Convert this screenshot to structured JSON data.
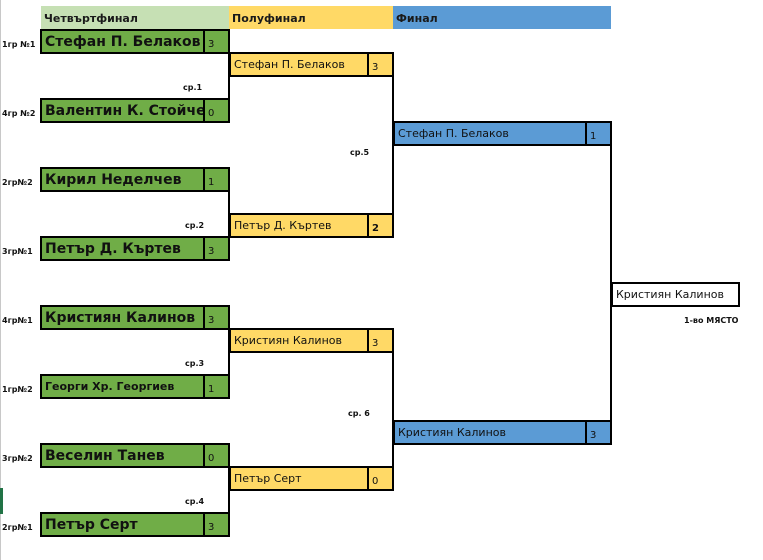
{
  "headers": {
    "quarterfinal": "Четвъртфинал",
    "semifinal": "Полуфинал",
    "final": "Финал"
  },
  "quarterfinals": [
    {
      "seed": "1гр №1",
      "name": "Стефан П. Белаков",
      "score": "3"
    },
    {
      "seed": "4гр №2",
      "name": "Валентин К. Стойчев",
      "score": "0"
    },
    {
      "seed": "2гр№2",
      "name": "Кирил Неделчев",
      "score": "1"
    },
    {
      "seed": "3гр№1",
      "name": "Петър Д. Къртев",
      "score": "3"
    },
    {
      "seed": "4гр№1",
      "name": "Кристиян Калинов",
      "score": "3"
    },
    {
      "seed": "1гр№2",
      "name": "Георги Хр. Георгиев",
      "score": "1"
    },
    {
      "seed": "3гр№2",
      "name": "Веселин Танев",
      "score": "0"
    },
    {
      "seed": "2гр№1",
      "name": "Петър Серт",
      "score": "3"
    }
  ],
  "semifinals": [
    {
      "name": "Стефан П. Белаков",
      "score": "3"
    },
    {
      "name": "Петър Д. Къртев",
      "score": "2"
    },
    {
      "name": "Кристиян Калинов",
      "score": "3"
    },
    {
      "name": "Петър Серт",
      "score": "0"
    }
  ],
  "finals": [
    {
      "name": "Стефан П. Белаков",
      "score": "1"
    },
    {
      "name": "Кристиян Калинов",
      "score": "3"
    }
  ],
  "winner": {
    "name": "Кристиян Калинов",
    "label": "1-во МЯСТО"
  },
  "match_labels": [
    "ср.1",
    "ср.2",
    "ср.3",
    "ср.4",
    "ср.5",
    "ср. 6"
  ],
  "colors": {
    "quarterfinal": "#70ad47",
    "quarterfinal_header": "#c6e0b4",
    "semifinal": "#ffd966",
    "final": "#5b9bd5"
  }
}
